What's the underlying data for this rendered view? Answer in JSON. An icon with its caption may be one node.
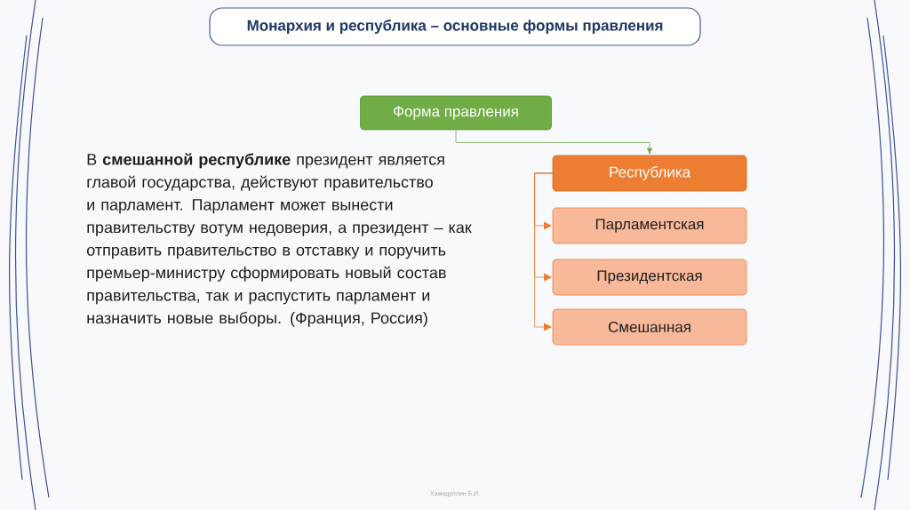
{
  "diagram": {
    "title": "Монархия и республика – основные формы правления",
    "nodes": [
      {
        "text": [
          "Форма правления"
        ]
      },
      {
        "text": [
          "Республика"
        ]
      },
      {
        "text": [
          "Парламентская"
        ]
      },
      {
        "text": [
          "Президентская"
        ]
      },
      {
        "text": [
          "Смешанная"
        ]
      }
    ],
    "edges": [
      {
        "from": 0,
        "to": 1,
        "arrow": "to",
        "color": "#70ad47"
      },
      {
        "from": 1,
        "to": 2,
        "arrow": "to"
      },
      {
        "from": 1,
        "to": 3,
        "arrow": "to"
      },
      {
        "from": 1,
        "to": 4,
        "arrow": "to"
      }
    ],
    "labels": [
      "В **смешанной республике** президент является главой государства, действуют правительство и парламент. Парламент может вынести правительству вотум недоверия, а президент – как отправить правительство в отставку и поручить премьер-министру сформировать новый состав правительства, так и распустить парламент и назначить новые выборы. (Франция, Россия)",
      "Хамидуллин Б.И."
    ]
  }
}
